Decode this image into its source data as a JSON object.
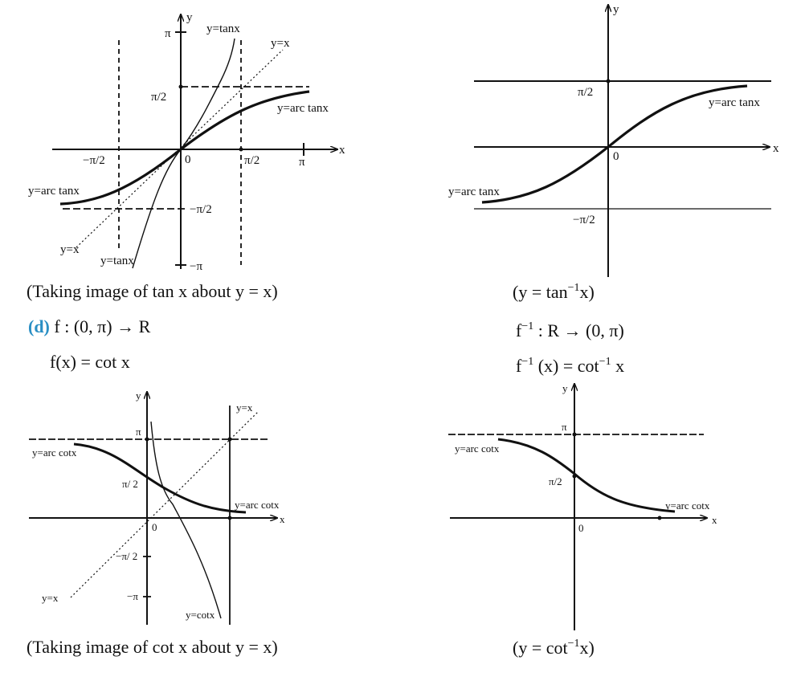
{
  "panels": {
    "tan_comparison": {
      "axis_x": "x",
      "axis_y": "y",
      "tick_pi": "π",
      "tick_pi_half": "π/2",
      "tick_neg_pi_half": "−π/2",
      "tick_neg_pi": "−π",
      "tick_x_neg_pi_half": "−π/2",
      "tick_x_pi_half": "π/2",
      "tick_x_pi": "π",
      "origin": "0",
      "label_tanx_top": "y=tanx",
      "label_yx_top": "y=x",
      "label_arctan_right": "y=arc tanx",
      "label_arctan_left": "y=arc tanx",
      "label_yx_bottom": "y=x",
      "label_tanx_bottom": "y=tanx"
    },
    "arctan_graph": {
      "axis_x": "x",
      "axis_y": "y",
      "tick_pi_half": "π/2",
      "tick_neg_pi_half": "−π/2",
      "origin": "0",
      "label_right": "y=arc tanx",
      "label_left": "y=arc tanx"
    },
    "cot_comparison": {
      "axis_x": "x",
      "axis_y": "y",
      "tick_pi": "π",
      "tick_pi_half": "π/ 2",
      "tick_neg_pi_half": "−π/ 2",
      "tick_neg_pi": "−π",
      "origin": "0",
      "label_yx_top": "y=x",
      "label_arccot_left": "y=arc cotx",
      "label_arccot_right": "y=arc cotx",
      "label_yx_bottom": "y=x",
      "label_cotx": "y=cotx"
    },
    "arccot_graph": {
      "axis_x": "x",
      "axis_y": "y",
      "tick_pi": "π",
      "tick_pi_half": "π/2",
      "origin": "0",
      "label_left": "y=arc cotx",
      "label_right": "y=arc cotx"
    }
  },
  "text": {
    "caption_tan": "(Taking image of tan x about y = x)",
    "caption_arctan_pre": "(y = tan",
    "caption_arctan_sup": "−1",
    "caption_arctan_post": "x)",
    "part_d_label": "(d)",
    "part_d_map": " f : (0, π) → R",
    "f_def": "f(x) = cot x",
    "finv_pre": "f",
    "finv_sup": "−1",
    "finv_map": " : R → (0, π)",
    "finv_def_pre": "f",
    "finv_def_sup": "−1",
    "finv_def_mid": " (x) = cot",
    "finv_def_sup2": "−1",
    "finv_def_post": " x",
    "caption_cot": "(Taking image of cot x about y = x)",
    "caption_arccot_pre": "(y = cot",
    "caption_arccot_sup": "−1",
    "caption_arccot_post": "x)"
  },
  "colors": {
    "ink": "#111111",
    "part_label": "#2a8fc4"
  }
}
